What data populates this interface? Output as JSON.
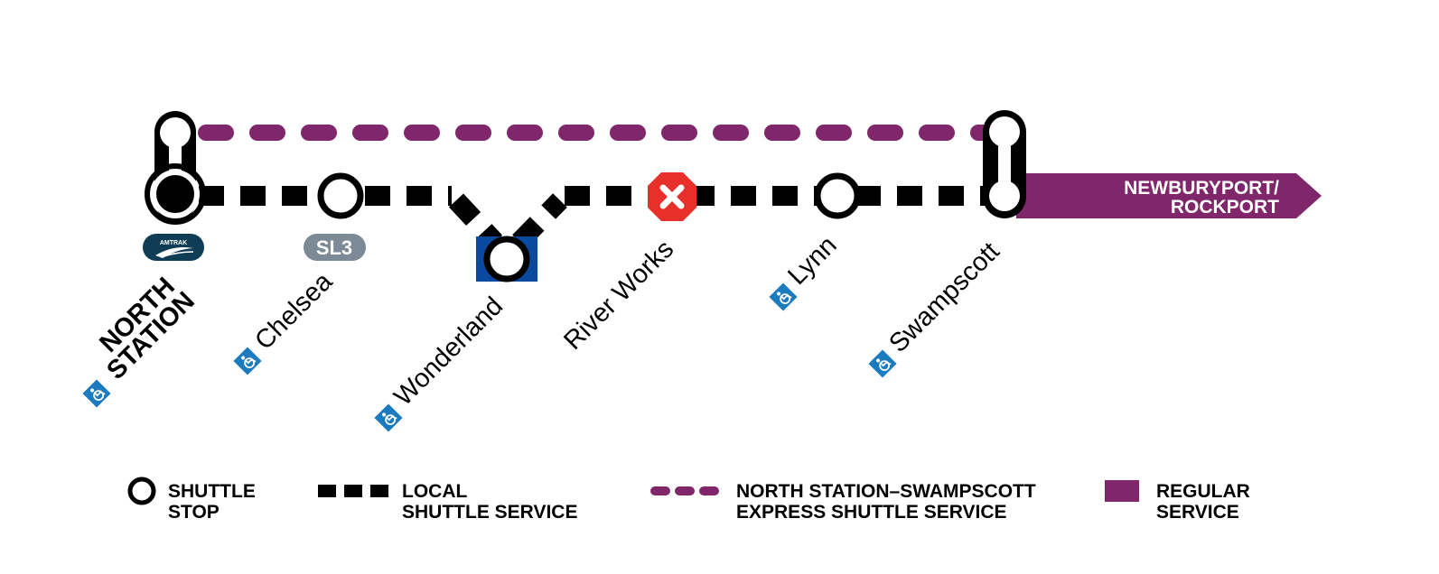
{
  "colors": {
    "line": "#000000",
    "regular": "#80276c",
    "access": "#1c7bbf",
    "closed": "#e8302a",
    "wonderland": "#0a4a9e",
    "amtrak": "#0f3d56",
    "sl3": "#7c8a97"
  },
  "route_label": {
    "line1": "NEWBURYPORT/",
    "line2": "ROCKPORT"
  },
  "badges": {
    "amtrak": "AMTRAK",
    "sl3": "SL3"
  },
  "stations": [
    {
      "name": "NORTH",
      "name2": "STATION",
      "accessible": true,
      "icon": "accessibility-icon",
      "connection": "amtrak-logo"
    },
    {
      "name": "Chelsea",
      "accessible": true,
      "icon": "accessibility-icon",
      "connection": "sl3-badge"
    },
    {
      "name": "Wonderland",
      "accessible": true,
      "icon": "accessibility-icon"
    },
    {
      "name": "River Works",
      "accessible": false,
      "icon": "closed-x-icon"
    },
    {
      "name": "Lynn",
      "accessible": true,
      "icon": "accessibility-icon"
    },
    {
      "name": "Swampscott",
      "accessible": true,
      "icon": "accessibility-icon"
    }
  ],
  "legend": {
    "shuttle_stop": {
      "line1": "SHUTTLE",
      "line2": "STOP"
    },
    "local": {
      "line1": "LOCAL",
      "line2": "SHUTTLE SERVICE"
    },
    "express": {
      "line1": "NORTH STATION–SWAMPSCOTT",
      "line2": "EXPRESS SHUTTLE SERVICE"
    },
    "regular": {
      "line1": "REGULAR",
      "line2": "SERVICE"
    }
  }
}
